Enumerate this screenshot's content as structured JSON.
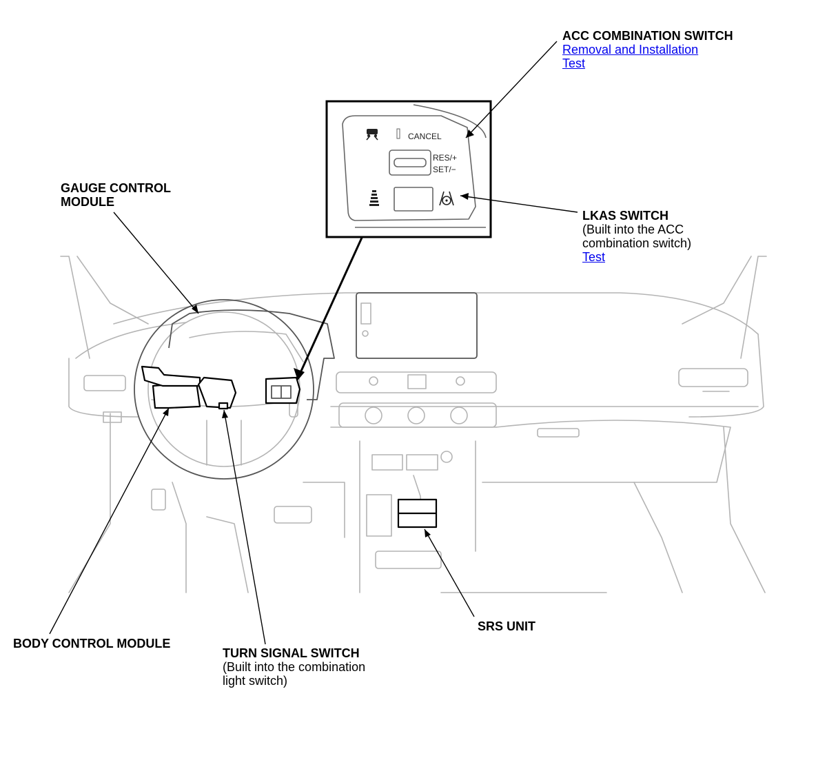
{
  "callouts": {
    "acc": {
      "title": "ACC COMBINATION SWITCH",
      "links": [
        "Removal and Installation",
        "Test"
      ]
    },
    "lkas": {
      "title": "LKAS SWITCH",
      "note": "(Built into the ACC combination switch)",
      "link": "Test"
    },
    "gauge": {
      "title": "GAUGE CONTROL MODULE"
    },
    "body_control": {
      "title": "BODY CONTROL MODULE"
    },
    "turn_signal": {
      "title": "TURN SIGNAL SWITCH",
      "note": "(Built into the combination light switch)"
    },
    "srs": {
      "title": "SRS UNIT"
    }
  },
  "inset": {
    "cancel_label": "CANCEL",
    "res_label": "RES/+",
    "set_label": "SET/−"
  },
  "icons": [
    "acc-distance-icon",
    "lane-bars-icon",
    "lkas-icon"
  ]
}
